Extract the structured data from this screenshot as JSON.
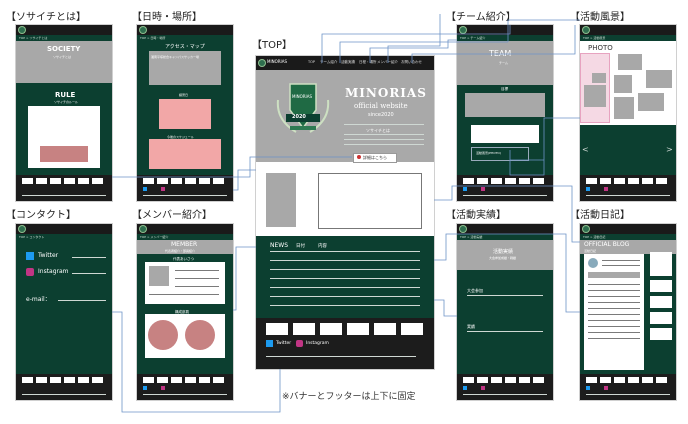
{
  "labels": {
    "society": "【ソサイチとは】",
    "date": "【日時・場所】",
    "top": "【TOP】",
    "team": "【チーム紹介】",
    "scenery": "【活動風景】",
    "contact": "【コンタクト】",
    "member": "【メンバー紹介】",
    "results": "【活動実績】",
    "diary": "【活動日記】"
  },
  "note": "※バナーとフッターは上下に固定",
  "top": {
    "nav": [
      "TOP",
      "チーム紹介",
      "活動実績",
      "日程・場所",
      "メンバー紹介",
      "お問い合わせ"
    ],
    "brand": "MINORIAS",
    "brand_sub": "official website",
    "since": "since2020",
    "logo_text": "MINORIAS",
    "crest_text": "MINORIAS",
    "crest_year": "2020",
    "caption": "ソサイチとは",
    "button": "詳細はこちら",
    "news": "NEWS",
    "news_date": "日付",
    "news_content": "内容",
    "sns_twitter": "Twitter",
    "sns_instagram": "Instagram"
  },
  "society": {
    "title": "SOCIETY",
    "subtitle": "ソサイチとは",
    "rule": "RULE",
    "rule_sub": "ソサイチのルール"
  },
  "date": {
    "access": "アクセス・マップ",
    "venue": "湘南平塚総合キャンパスサッカー場",
    "sec1": "練習日",
    "sec2": "今後のスケジュール"
  },
  "team": {
    "title": "TEAM",
    "subtitle": "チーム",
    "sec": "目標",
    "btn": "活動風景(PHOTO)"
  },
  "scenery": {
    "title": "PHOTO",
    "prev": "<",
    "next": ">"
  },
  "contact": {
    "twitter": "Twitter",
    "instagram": "Instagram",
    "email": "e-mail："
  },
  "member": {
    "title": "MEMBER",
    "subtitle": "代表者紹介・部員紹介",
    "rep": "代表あいさつ",
    "comp": "構成部員"
  },
  "results": {
    "title": "活動実績",
    "subtitle": "大会参加成績・戦績",
    "s1": "大会参加",
    "s2": "実績"
  },
  "diary": {
    "title": "OFFICIAL BLOG",
    "subtitle": "活動日記"
  },
  "breadcrumbs": {
    "society": "TOP > ソサイチとは",
    "date": "TOP > 日時・場所",
    "team": "TOP > チーム紹介",
    "scenery": "TOP > 活動風景",
    "contact": "TOP > コンタクト",
    "member": "TOP > メンバー紹介",
    "results": "TOP > 活動実績",
    "diary": "TOP > 活動日記"
  },
  "colors": {
    "page_green": "#0c3f30",
    "connector": "#6d93c7",
    "pink": "#f2a7a7"
  }
}
